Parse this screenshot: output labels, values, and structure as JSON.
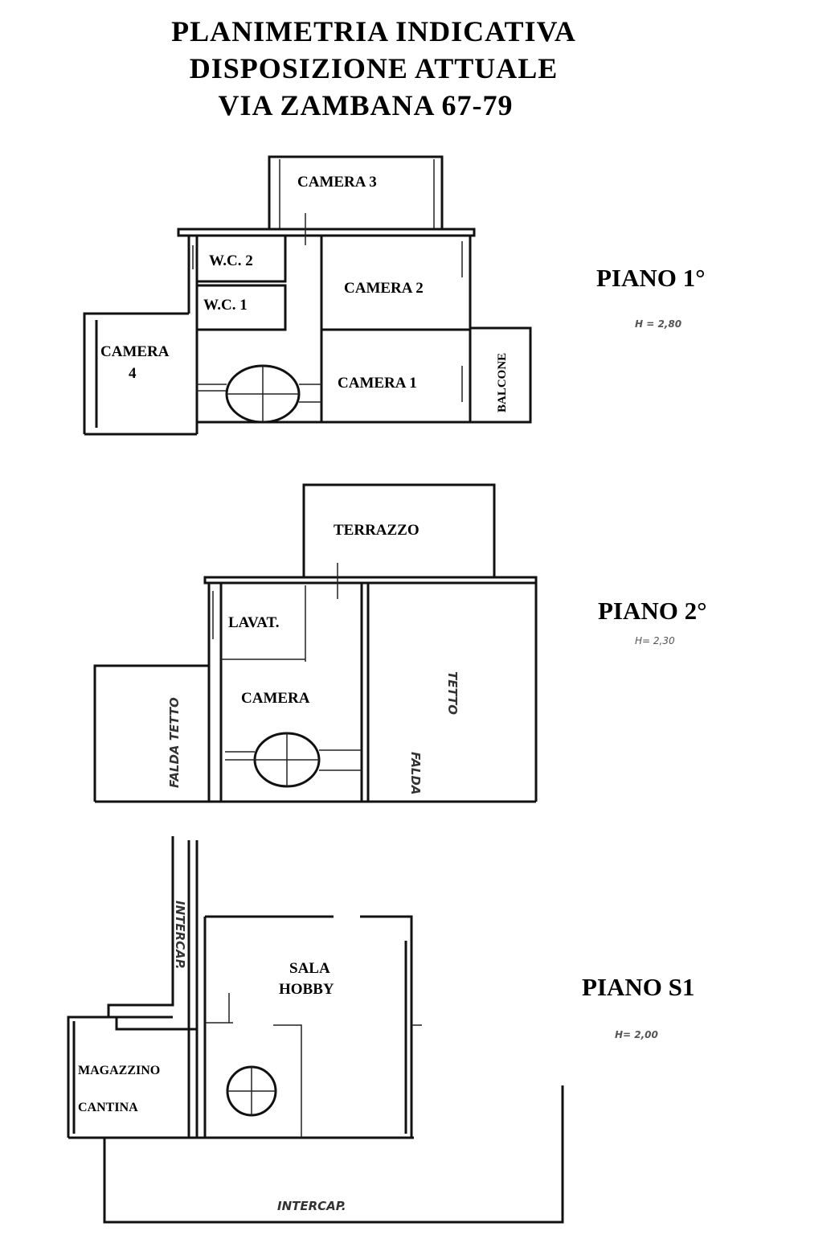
{
  "title": {
    "line1": "PLANIMETRIA  INDICATIVA",
    "line2": "DISPOSIZIONE  ATTUALE",
    "line3": "VIA  ZAMBANA  67-79"
  },
  "floors": {
    "piano1": {
      "label": "PIANO 1°",
      "height": "H = 2,80",
      "rooms": {
        "camera3": "CAMERA 3",
        "wc2": "W.C. 2",
        "wc1": "W.C. 1",
        "camera2": "CAMERA 2",
        "camera1": "CAMERA 1",
        "camera4a": "CAMERA",
        "camera4b": "4",
        "balcone": "BALCONE"
      }
    },
    "piano2": {
      "label": "PIANO 2°",
      "height": "H= 2,30",
      "rooms": {
        "terrazzo": "TERRAZZO",
        "lavat": "LAVAT.",
        "camera": "CAMERA",
        "falda_left": "FALDA TETTO",
        "falda_right_a": "FALDA",
        "falda_right_b": "TETTO"
      }
    },
    "pianoS1": {
      "label": "PIANO  S1",
      "height": "H= 2,00",
      "rooms": {
        "sala": "SALA",
        "hobby": "HOBBY",
        "magazzino": "MAGAZZINO",
        "cantina": "CANTINA",
        "intercap_vertical": "INTERCAP.",
        "intercap_bottom": "INTERCAP."
      }
    }
  }
}
